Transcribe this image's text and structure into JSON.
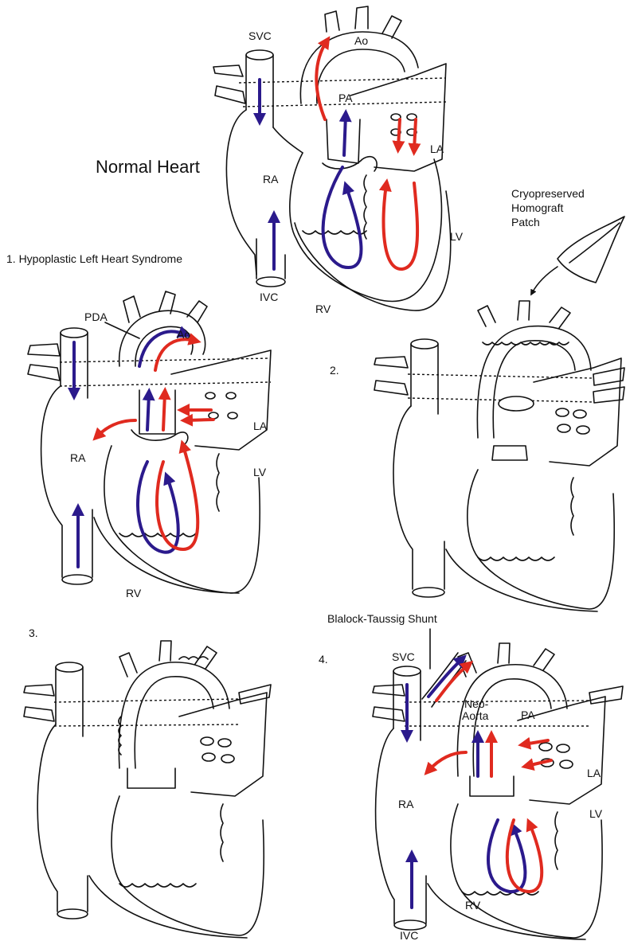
{
  "colors": {
    "deoxygenated": "#2b1a8c",
    "oxygenated": "#e02a1f",
    "outline": "#111111"
  },
  "normal": {
    "title": "Normal Heart",
    "labels": {
      "svc": "SVC",
      "ao": "Ao",
      "pa": "PA",
      "la": "LA",
      "ra": "RA",
      "lv": "LV",
      "rv": "RV",
      "ivc": "IVC"
    }
  },
  "homograft": {
    "line1": "Cryopreserved",
    "line2": "Homograft",
    "line3": "Patch"
  },
  "panel1": {
    "caption": "1. Hypoplastic Left Heart Syndrome",
    "labels": {
      "pda": "PDA",
      "ao": "Ao",
      "la": "LA",
      "ra": "RA",
      "lv": "LV",
      "rv": "RV"
    }
  },
  "panel2": {
    "caption": "2."
  },
  "panel3": {
    "caption": "3."
  },
  "panel4": {
    "caption": "4.",
    "shunt": "Blalock-Taussig Shunt",
    "labels": {
      "svc": "SVC",
      "neo1": "Neo-",
      "neo2": "Aorta",
      "pa": "PA",
      "la": "LA",
      "ra": "RA",
      "lv": "LV",
      "rv": "RV",
      "ivc": "IVC"
    }
  }
}
